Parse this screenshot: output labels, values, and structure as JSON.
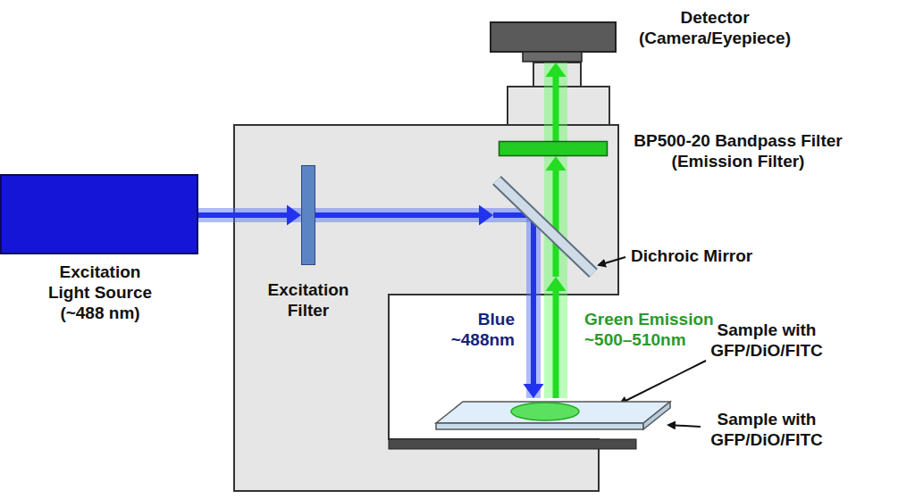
{
  "diagram": {
    "nodes": [
      {
        "text": [
          "Excitation Light Source (~488 nm)"
        ]
      },
      {
        "text": [
          "Excitation Filter"
        ]
      },
      {
        "text": [
          "Dichroic Mirror"
        ]
      },
      {
        "text": [
          "BP500-20 Bandpass Filter (Emission Filter)"
        ]
      },
      {
        "text": [
          "Detector (Camera/Eyepiece)"
        ]
      },
      {
        "text": [
          "Sample with GFP/DiO/FITC",
          "Sample with GFP/DiO/FITC"
        ]
      }
    ],
    "edges": [
      {
        "from": 0,
        "to": 1,
        "arrow": "to"
      },
      {
        "from": 1,
        "to": 2,
        "arrow": "to"
      },
      {
        "from": 2,
        "to": 5,
        "label": "Blue ~488nm",
        "arrow": "to"
      },
      {
        "from": 5,
        "to": 2,
        "label": "Green Emission ~500–510nm",
        "arrow": "to"
      },
      {
        "from": 2,
        "to": 3,
        "arrow": "to"
      },
      {
        "from": 3,
        "to": 4,
        "arrow": "to"
      }
    ]
  }
}
